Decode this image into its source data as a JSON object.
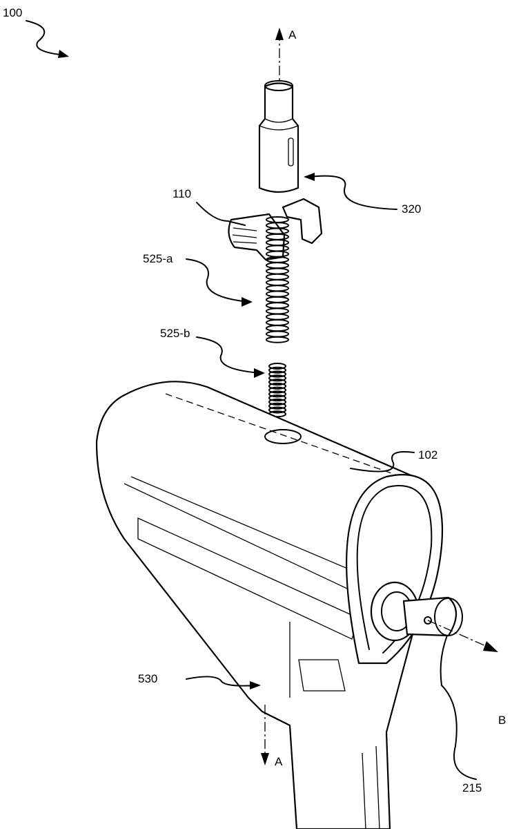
{
  "figure": {
    "labels": {
      "assembly": "100",
      "axis_a_top": "A",
      "plunger": "320",
      "latch": "110",
      "spring_a": "525-a",
      "spring_b": "525-b",
      "stock_body": "102",
      "lower_portion": "530",
      "axis_a_bottom": "A",
      "axis_b": "B",
      "end_cap": "215"
    }
  }
}
